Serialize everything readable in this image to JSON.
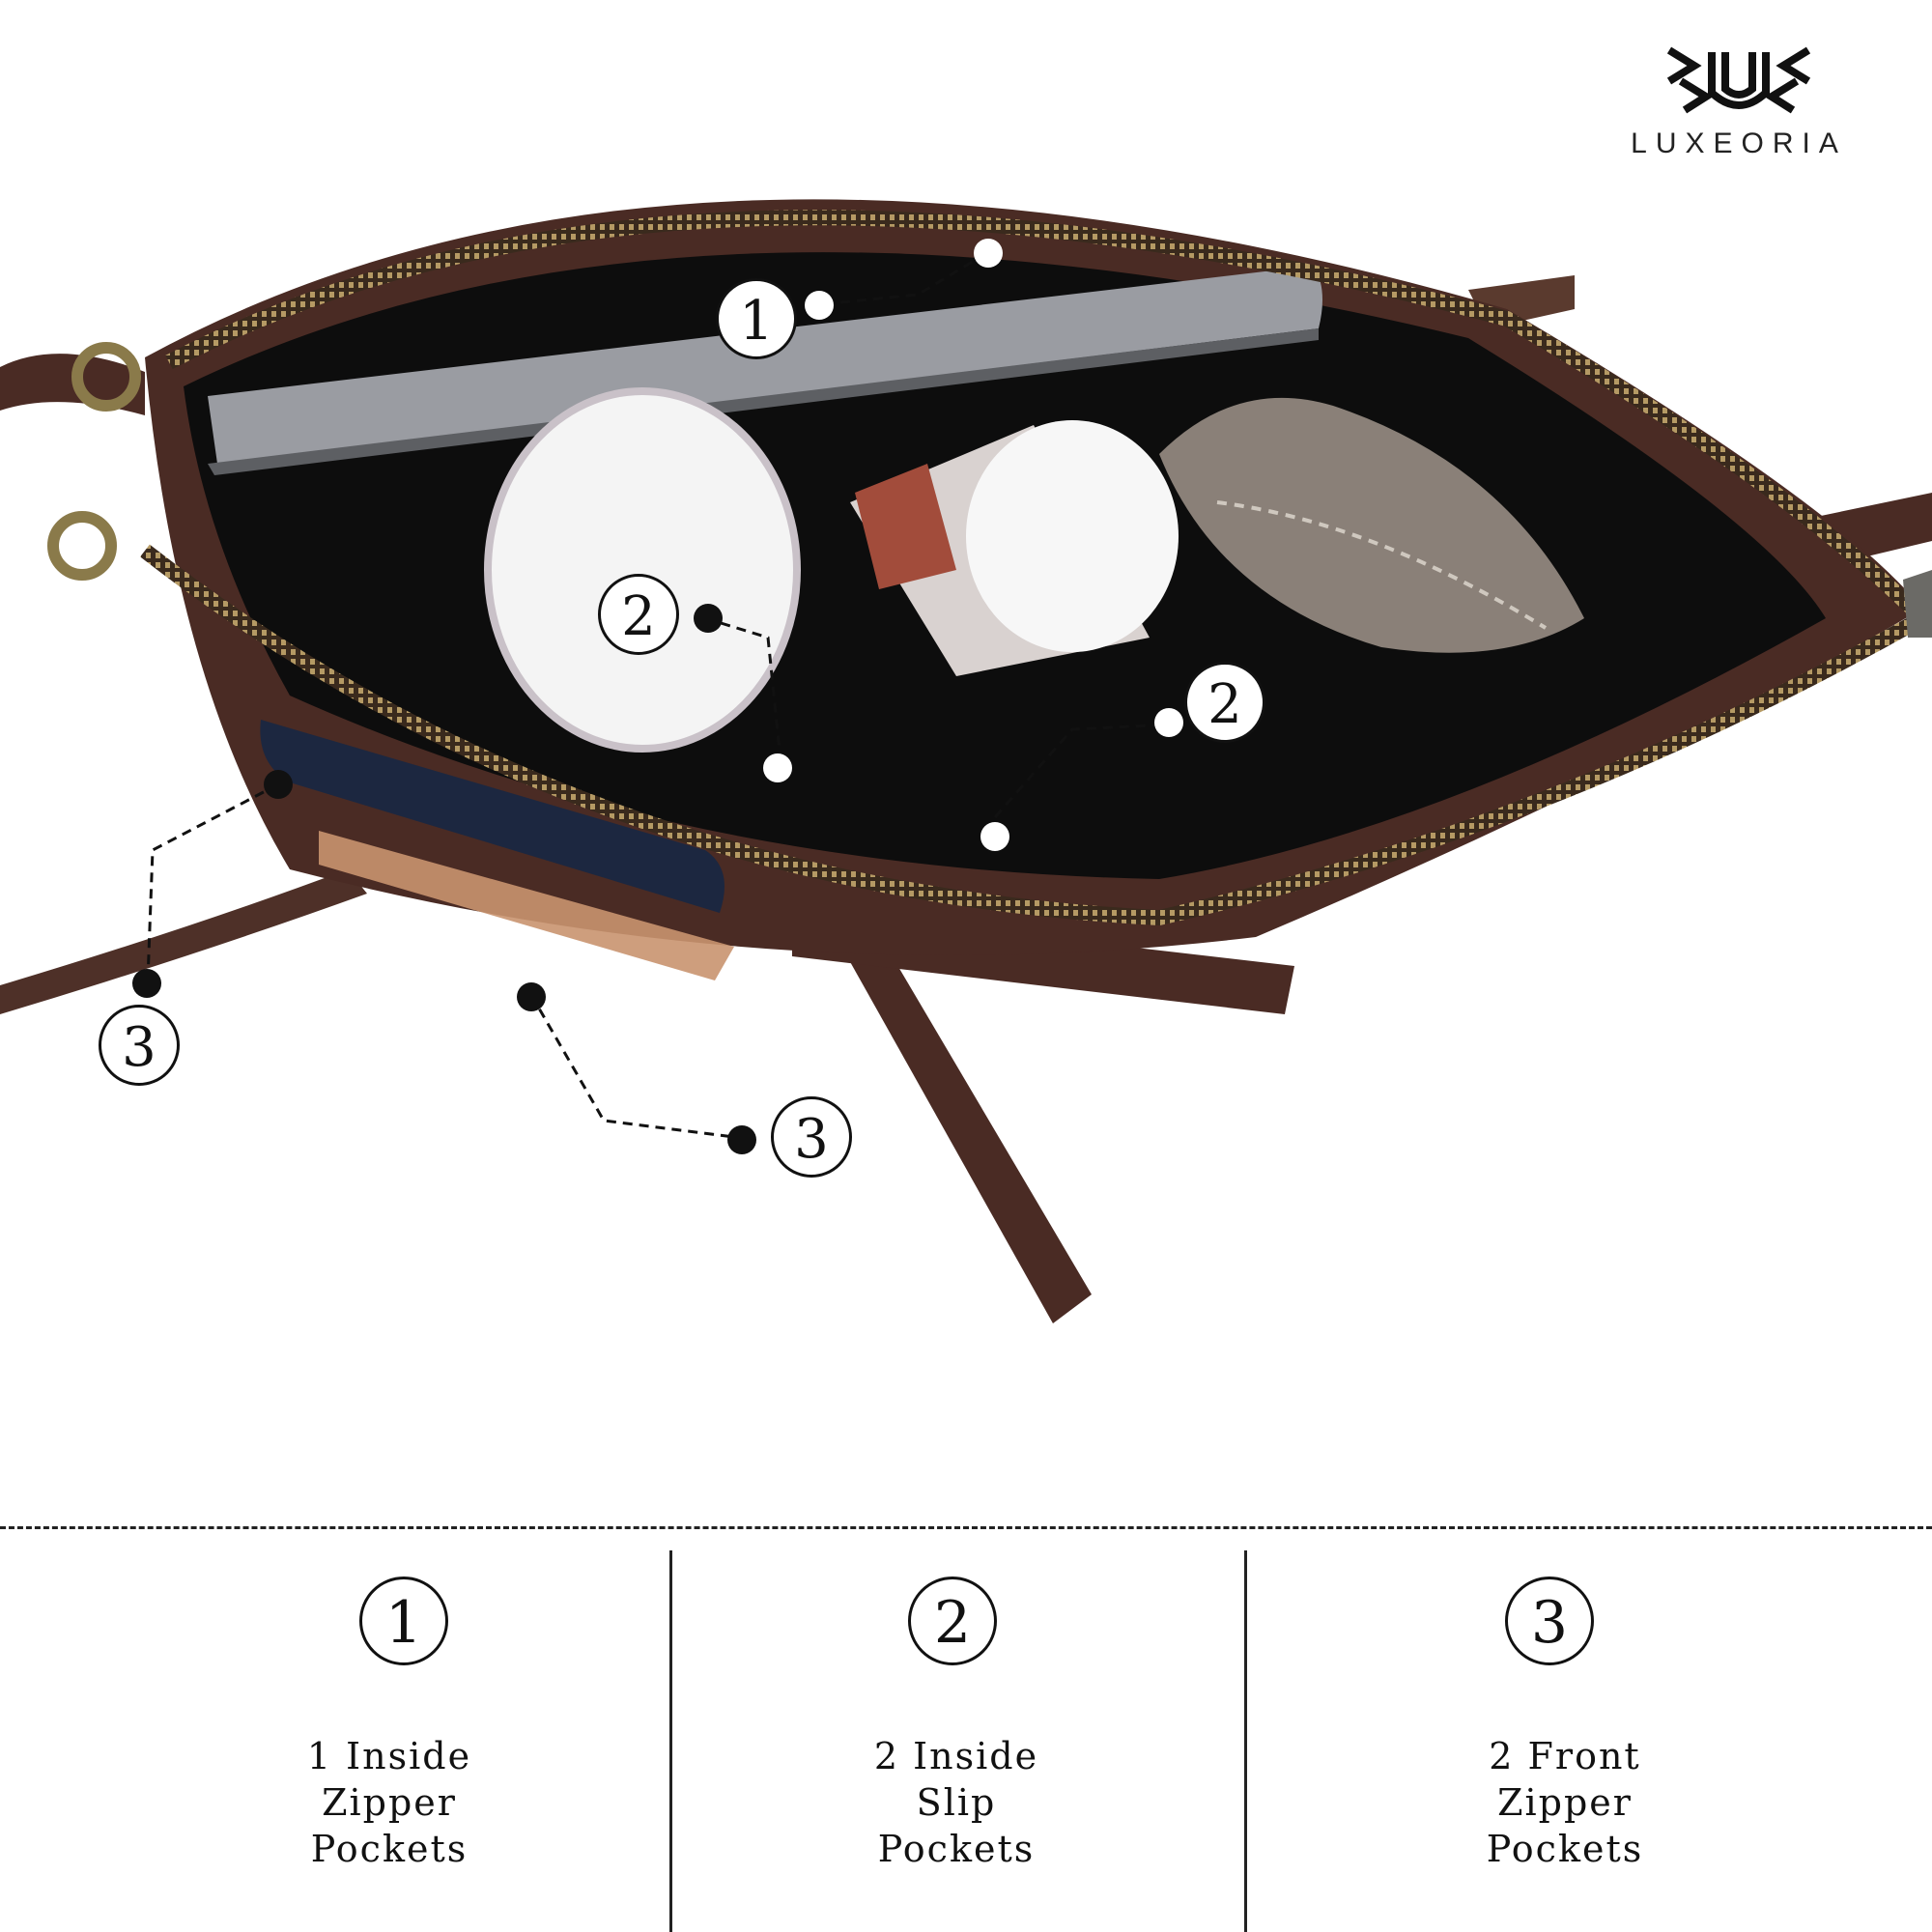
{
  "brand": {
    "name": "LUXEORIA",
    "logo_icon": "luxeoria-logo-icon"
  },
  "photo": {
    "subject": "open-leather-crossbody-bag"
  },
  "callouts": [
    "1",
    "2",
    "2",
    "3",
    "3"
  ],
  "legend": [
    {
      "number": "1",
      "lines": [
        "1 Inside",
        "Zipper",
        "Pockets"
      ]
    },
    {
      "number": "2",
      "lines": [
        "2 Inside",
        "Slip",
        "Pockets"
      ]
    },
    {
      "number": "3",
      "lines": [
        "2 Front",
        "Zipper",
        "Pockets"
      ]
    }
  ],
  "colors": {
    "leather": "#4a2b24",
    "lining": "#0d0d0d",
    "ink": "#111111"
  }
}
